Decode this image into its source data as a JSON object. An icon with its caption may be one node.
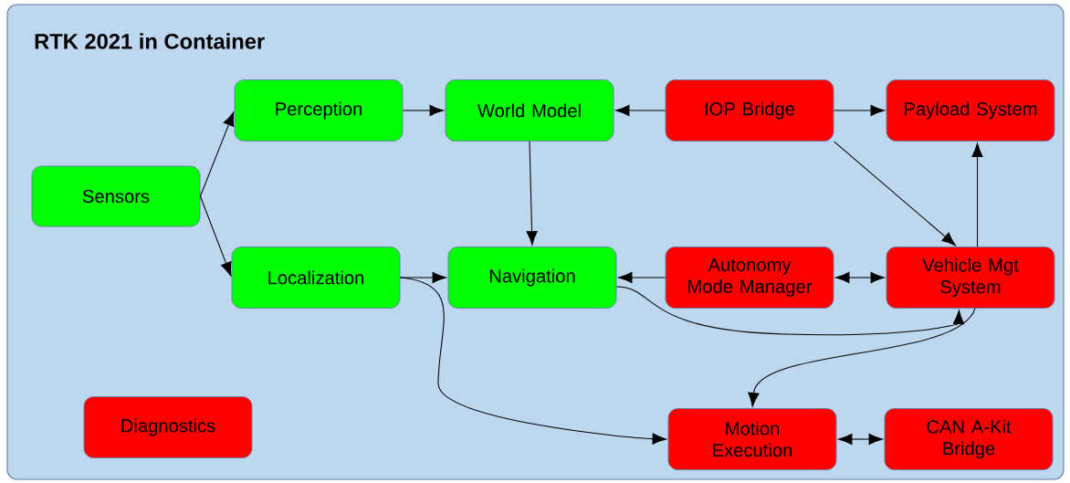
{
  "diagram": {
    "nodes": [
      {
        "text": [
          "RTK 2021 in Container"
        ]
      },
      {
        "text": [
          "Perception"
        ],
        "in": 0
      },
      {
        "text": [
          "World Model"
        ],
        "in": 0
      },
      {
        "text": [
          "IOP Bridge"
        ],
        "in": 0
      },
      {
        "text": [
          "Payload System"
        ],
        "in": 0
      },
      {
        "text": [
          "Sensors"
        ],
        "in": 0
      },
      {
        "text": [
          "Localization"
        ],
        "in": 0
      },
      {
        "text": [
          "Navigation"
        ],
        "in": 0
      },
      {
        "text": [
          "Autonomy Mode Manager"
        ],
        "in": 0
      },
      {
        "text": [
          "Vehicle Mgt System"
        ],
        "in": 0
      },
      {
        "text": [
          "Diagnostics"
        ],
        "in": 0
      },
      {
        "text": [
          "Motion Execution"
        ],
        "in": 0
      },
      {
        "text": [
          "CAN A-Kit Bridge"
        ],
        "in": 0
      }
    ],
    "edges": [
      {
        "from": 5,
        "to": 1,
        "arrow": "to"
      },
      {
        "from": 5,
        "to": 6,
        "arrow": "to"
      },
      {
        "from": 1,
        "to": 2,
        "arrow": "to"
      },
      {
        "from": 3,
        "to": 2,
        "arrow": "to"
      },
      {
        "from": 3,
        "to": 4,
        "arrow": "to"
      },
      {
        "from": 3,
        "to": 9,
        "arrow": "to"
      },
      {
        "from": 2,
        "to": 7,
        "arrow": "to"
      },
      {
        "from": 6,
        "to": 7,
        "arrow": "to"
      },
      {
        "from": 8,
        "to": 7,
        "arrow": "to"
      },
      {
        "from": 8,
        "to": 9,
        "arrow": "both"
      },
      {
        "from": 9,
        "to": 4,
        "arrow": "to"
      },
      {
        "from": 7,
        "to": 9,
        "arrow": "to"
      },
      {
        "from": 9,
        "to": 11,
        "arrow": "to"
      },
      {
        "from": 6,
        "to": 11,
        "arrow": "to"
      },
      {
        "from": 11,
        "to": 12,
        "arrow": "both"
      }
    ]
  }
}
